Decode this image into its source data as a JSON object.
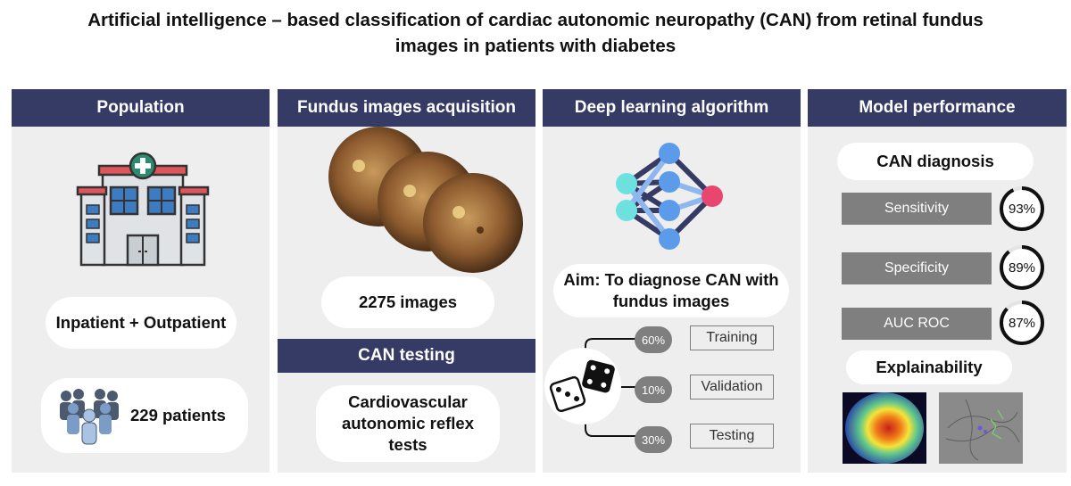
{
  "title": {
    "line1": "Artificial intelligence – based classification of cardiac autonomic neuropathy (CAN) from retinal fundus",
    "line2": "images in patients with diabetes"
  },
  "columns": {
    "population": {
      "header": "Population",
      "icon": "hospital-icon",
      "setting": "Inpatient + Outpatient",
      "patients_icon": "people-group-icon",
      "patients": "229 patients"
    },
    "acquisition": {
      "header": "Fundus images acquisition",
      "images_icon": "fundus-images",
      "images_count": "2275 images",
      "can_testing_header": "CAN testing",
      "test_line1": "Cardiovascular",
      "test_line2": "autonomic reflex",
      "test_line3": "tests"
    },
    "algorithm": {
      "header": "Deep learning algorithm",
      "network_icon": "neural-network-icon",
      "aim_line1": "Aim: To diagnose CAN with",
      "aim_line2": "fundus images",
      "dice_icon": "dice-icon",
      "splits": [
        {
          "pct": "60%",
          "label": "Training"
        },
        {
          "pct": "10%",
          "label": "Validation"
        },
        {
          "pct": "30%",
          "label": "Testing"
        }
      ]
    },
    "performance": {
      "header": "Model performance",
      "diagnosis_title": "CAN diagnosis",
      "metrics": [
        {
          "label": "Sensitivity",
          "value": "93%",
          "fraction": 0.93
        },
        {
          "label": "Specificity",
          "value": "89%",
          "fraction": 0.89
        },
        {
          "label": "AUC ROC",
          "value": "87%",
          "fraction": 0.87
        }
      ],
      "explainability_title": "Explainability",
      "explain_images": [
        "heatmap-image",
        "gradient-map-image"
      ]
    }
  },
  "colors": {
    "header_navy": "#363b66",
    "panel_grey": "#eeeeee",
    "metric_grey": "#7f7f7f",
    "hospital_red": "#e0545b",
    "hospital_green": "#2c8a6e",
    "window_blue": "#3d7cc0",
    "people_blue": "#7a9cc6",
    "node_cyan": "#6fe0e0",
    "node_blue": "#5b9bea",
    "node_pink": "#e8466e"
  }
}
